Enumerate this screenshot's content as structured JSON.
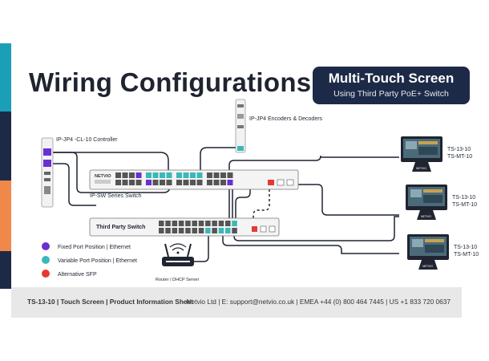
{
  "title": "Wiring Configurations",
  "badge": {
    "title": "Multi-Touch Screen",
    "subtitle": "Using Third Party PoE+ Switch"
  },
  "labels": {
    "controller": "IP-JP4 -CL-10 Controller",
    "encoders": "IP-JP4 Encoders & Decoders",
    "ip_switch": "IP-SW Series Switch",
    "third_party_switch": "Third Party Switch",
    "router": "Router / DHCP Server",
    "brand": "NETVIO",
    "screen_brand": "NETVIO"
  },
  "screens": [
    {
      "line1": "TS-13-10",
      "line2": "TS-MT-10"
    },
    {
      "line1": "TS-13-10",
      "line2": "TS-MT-10"
    },
    {
      "line1": "TS-13-10",
      "line2": "TS-MT-10"
    }
  ],
  "legend": [
    {
      "label": "Fixed Port Position | Ethernet",
      "color": "#6a2fd0"
    },
    {
      "label": "Variable Port Position | Ethernet",
      "color": "#3bb8b8"
    },
    {
      "label": "Alternative SFP",
      "color": "#e53935"
    }
  ],
  "footer": {
    "left": "TS-13-10 | Touch Screen | Product Information Sheet",
    "right": "Netvio Ltd | E: support@netvio.co.uk | EMEA +44 (0) 800 464 7445 | US +1 833 720 0637"
  },
  "colors": {
    "navy": "#1d2a47",
    "teal": "#1b9fb7",
    "orange": "#f0884a",
    "purple": "#6a2fd0",
    "port_teal": "#3bb8b8",
    "sfp_red": "#e53935"
  }
}
